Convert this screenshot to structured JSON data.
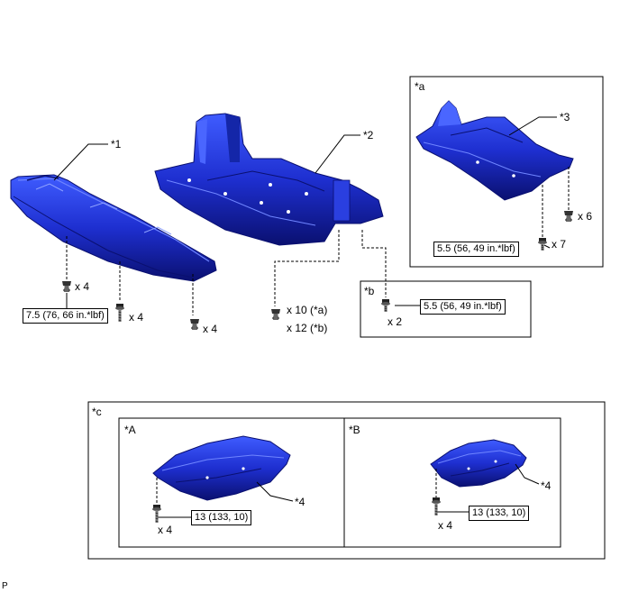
{
  "callouts": {
    "p1": "*1",
    "p2": "*2",
    "p3": "*3",
    "p4a": "*4",
    "p4b": "*4",
    "box_a": "*a",
    "box_b": "*b",
    "box_c": "*c",
    "sub_A": "*A",
    "sub_B": "*B"
  },
  "quantities": {
    "q1": "x 4",
    "q2": "x 4",
    "q3": "x 4",
    "q4": "x 10 (*a)",
    "q5": "x 12 (*b)",
    "q6": "x 6",
    "q7": "x 7",
    "q8": "x 2",
    "q9": "x 4",
    "q10": "x 4"
  },
  "torque_specs": {
    "t1": "7.5 (76, 66 in.*lbf)",
    "t2": "5.5 (56, 49 in.*lbf)",
    "t3": "5.5 (56, 49 in.*lbf)",
    "t4": "13 (133, 10)",
    "t5": "13 (133, 10)"
  },
  "footer_code": "P",
  "colors": {
    "part_blue": "#1e2fd0",
    "part_dark": "#0a1070",
    "part_light": "#4a66ff",
    "line": "#000000"
  }
}
